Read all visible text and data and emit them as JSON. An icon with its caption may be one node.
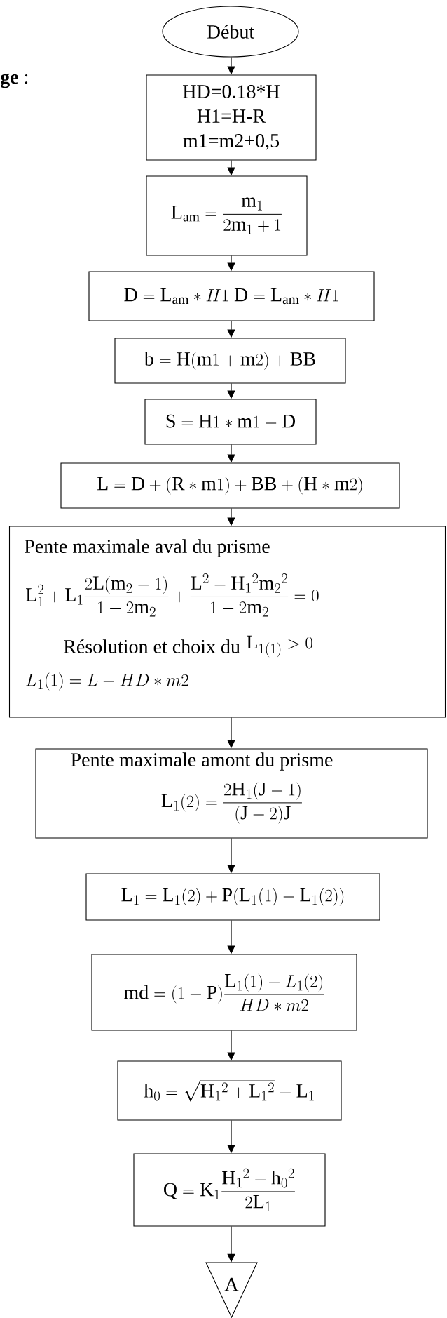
{
  "diagram": {
    "nodes": [
      {
        "text": [
          "Début"
        ]
      },
      {
        "text": [
          "HD=0.18*H H1=H-R m1=m2+0,5"
        ]
      },
      {
        "text": [
          "\\mathrm{L}_{\\mathrm{am}} = \\frac{\\mathrm{m}_1}{2\\mathrm{m}_1 + 1}"
        ]
      },
      {
        "text": [
          "\\mathrm{D} = \\mathrm{L}_{\\mathrm{am}} * H1 \\ \\mathrm{D} = \\mathrm{L}_{\\mathrm{am}} * H1"
        ]
      },
      {
        "text": [
          "\\mathrm{b} = \\mathrm{H}(\\mathrm{m}1 + \\mathrm{m}2) + \\mathrm{BB}"
        ]
      },
      {
        "text": [
          "\\mathrm{S} = \\mathrm{H}1 * \\mathrm{m}1 - \\mathrm{D}"
        ]
      },
      {
        "text": [
          "\\mathrm{L} = \\mathrm{D} + (\\mathrm{R} * \\mathrm{m}1) + \\mathrm{BB} + (\\mathrm{H} * \\mathrm{m}2)"
        ]
      },
      {
        "text": [
          "Pente maximale aval du prisme",
          "\\mathrm{L}_1^2 + \\mathrm{L}_1 \\frac{2\\mathrm{L}(\\mathrm{m}_2 - 1)}{1 - 2\\mathrm{m}_2} + \\frac{\\mathrm{L}^2 - \\mathrm{H}_1{}^2\\mathrm{m}_2{}^2}{1 - 2\\mathrm{m}_2} = 0",
          "Résolution et choix du",
          "\\mathrm{L}_{1(1)} > 0",
          "L_1(1) = L - HD * m2"
        ]
      },
      {
        "text": [
          "Pente maximale amont du prisme",
          "\\mathrm{L}_1(2) = \\frac{2\\mathrm{H}_1(\\mathrm{J} - 1)}{(\\mathrm{J} - 2)\\mathrm{J}}"
        ]
      },
      {
        "text": [
          "\\mathrm{L}_1 = \\mathrm{L}_1(2) + \\mathrm{P}(\\mathrm{L}_1(1) - \\mathrm{L}_1(2))"
        ]
      },
      {
        "text": [
          "\\mathrm{md} = (1 - \\mathrm{P}) \\frac{\\mathrm{L}_1(1) - L_1(2)}{HD * m2}"
        ]
      },
      {
        "text": [
          "\\mathrm{h}_0 = \\sqrt{\\mathrm{H}_1{}^2 + \\mathrm{L}_1{}^2} - \\mathrm{L}_1"
        ]
      },
      {
        "text": [
          "\\mathrm{Q} = \\mathrm{K}_1 \\frac{\\mathrm{H}_1{}^2 - \\mathrm{h}_0{}^2}{2\\mathrm{L}_1}"
        ]
      },
      {
        "text": [
          "A"
        ]
      }
    ],
    "edges": [
      {
        "from": 0,
        "to": 1,
        "arrow": "to"
      },
      {
        "from": 1,
        "to": 2,
        "arrow": "to"
      },
      {
        "from": 2,
        "to": 3,
        "arrow": "to"
      },
      {
        "from": 3,
        "to": 4,
        "arrow": "to"
      },
      {
        "from": 4,
        "to": 5,
        "arrow": "to"
      },
      {
        "from": 5,
        "to": 6,
        "arrow": "to"
      },
      {
        "from": 6,
        "to": 7,
        "arrow": "to"
      },
      {
        "from": 7,
        "to": 8,
        "arrow": "to"
      },
      {
        "from": 8,
        "to": 9,
        "arrow": "to"
      },
      {
        "from": 9,
        "to": 10,
        "arrow": "to"
      },
      {
        "from": 10,
        "to": 11,
        "arrow": "to"
      },
      {
        "from": 11,
        "to": 12,
        "arrow": "to"
      },
      {
        "from": 12,
        "to": 13,
        "arrow": "to"
      }
    ],
    "labels": [
      "**ge** :"
    ]
  }
}
